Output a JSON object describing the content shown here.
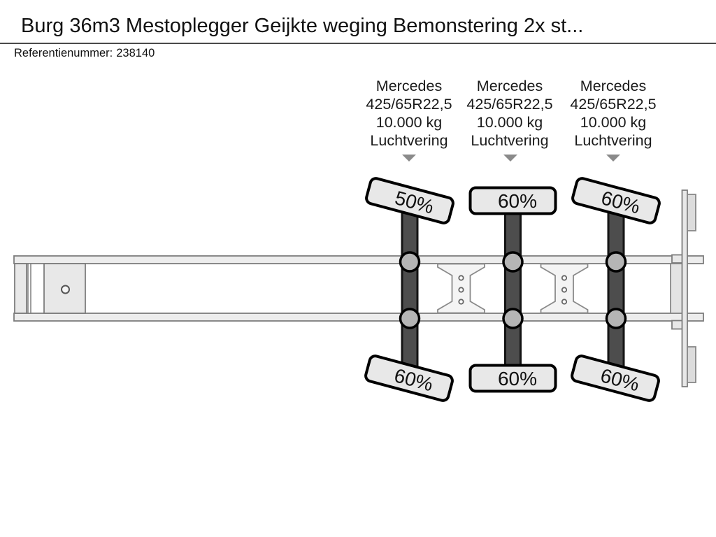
{
  "header": {
    "title": "Burg 36m3 Mestoplegger Geijkte weging Bemonstering 2x st...",
    "reference_label": "Referentienummer:",
    "reference_value": "238140"
  },
  "diagram": {
    "description": "Top-view schematic of a 3-axle trailer chassis showing tire tread percentages",
    "axle_count": 3,
    "axles": [
      {
        "brand": "Mercedes",
        "tire_size": "425/65R22,5",
        "axle_load": "10.000 kg",
        "suspension": "Luchtvering",
        "tire_top_wear": "50%",
        "tire_bottom_wear": "60%"
      },
      {
        "brand": "Mercedes",
        "tire_size": "425/65R22,5",
        "axle_load": "10.000 kg",
        "suspension": "Luchtvering",
        "tire_top_wear": "60%",
        "tire_bottom_wear": "60%"
      },
      {
        "brand": "Mercedes",
        "tire_size": "425/65R22,5",
        "axle_load": "10.000 kg",
        "suspension": "Luchtvering",
        "tire_top_wear": "60%",
        "tire_bottom_wear": "60%"
      }
    ],
    "colors": {
      "tire_fill": "#e8e8e8",
      "tire_outline": "#000000",
      "axle_bar": "#4d4d4d",
      "hub_fill": "#b5b5b5",
      "rail_fill": "#ededed",
      "chassis_outline": "#7d7d7d",
      "pointer": "#8a8a8a",
      "text": "#1a1a1a"
    }
  }
}
